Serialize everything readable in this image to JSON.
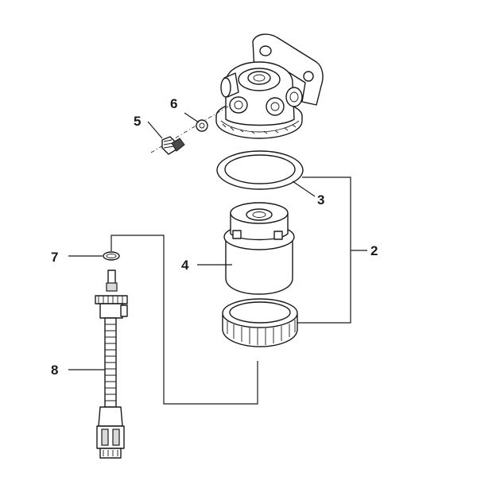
{
  "callouts": {
    "c2": "2",
    "c3": "3",
    "c4": "4",
    "c5": "5",
    "c6": "6",
    "c7": "7",
    "c8": "8"
  },
  "colors": {
    "line": "#1a1a1a",
    "background": "#ffffff",
    "shade": "#d9d9d9"
  }
}
